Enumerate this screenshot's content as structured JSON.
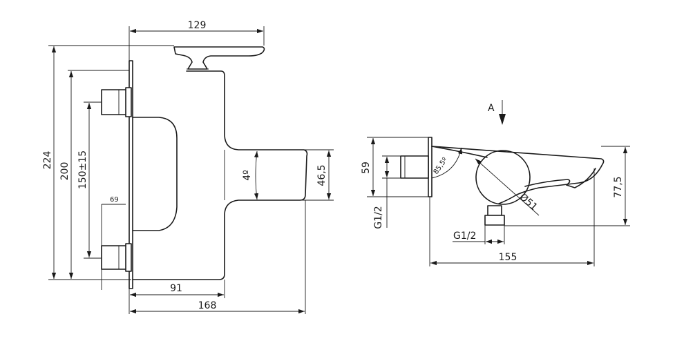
{
  "front_view": {
    "dim_129": "129",
    "dim_224": "224",
    "dim_200": "200",
    "dim_150": "150±15",
    "dim_69": "69",
    "dim_4deg": "4º",
    "dim_46_5": "46,5",
    "dim_91": "91",
    "dim_168": "168"
  },
  "side_view": {
    "view_label": "A",
    "dim_59": "59",
    "dim_85_5": "85,5º",
    "dim_d51": "Ø51",
    "dim_77_5": "77,5",
    "dim_g12_left": "G1/2",
    "dim_g12_bottom": "G1/2",
    "dim_155": "155"
  }
}
